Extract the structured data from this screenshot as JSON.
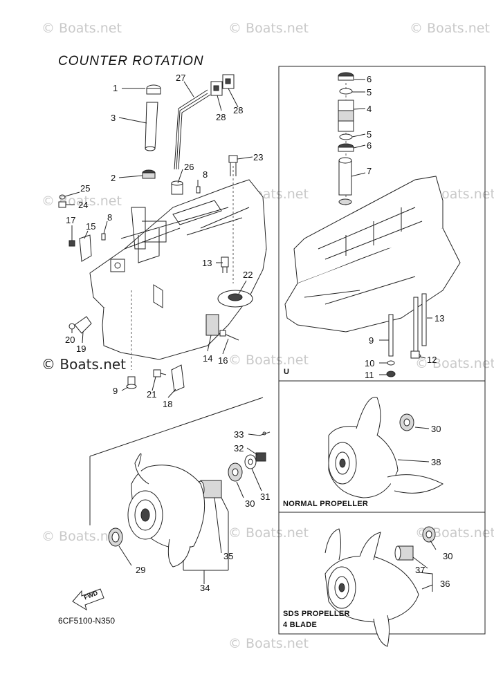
{
  "watermarks": {
    "text": "© Boats.net",
    "items": [
      "© Boats.net",
      "© Boats.net",
      "© Boats.net",
      "© Boats.net",
      "© Boats.net",
      "© Boats.net",
      "© Boats.net",
      "© Boats.net",
      "© Boats.net",
      "© Boats.net",
      "© Boats.net",
      "© Boats.net",
      "© Boats.net"
    ]
  },
  "title": "COUNTER  ROTATION",
  "diagram_code": "6CF5100-N350",
  "fwd_label": "FWD",
  "panels": {
    "u_label": "U",
    "normal_label": "NORMAL PROPELLER",
    "sds_label_1": "SDS PROPELLER",
    "sds_label_2": "4 BLADE"
  },
  "callouts": {
    "c1": "1",
    "c2": "2",
    "c3": "3",
    "c27": "27",
    "c28a": "28",
    "c28b": "28",
    "c23": "23",
    "c26": "26",
    "c25": "25",
    "c24": "24",
    "c8a": "8",
    "c8b": "8",
    "c17": "17",
    "c15": "15",
    "c13a": "13",
    "c22": "22",
    "c20": "20",
    "c19": "19",
    "c14": "14",
    "c16": "16",
    "c9a": "9",
    "c21": "21",
    "c18": "18",
    "c33": "33",
    "c32": "32",
    "c31": "31",
    "c30a": "30",
    "c35": "35",
    "c29": "29",
    "c34": "34",
    "u6a": "6",
    "u5a": "5",
    "u4": "4",
    "u5b": "5",
    "u6b": "6",
    "u7": "7",
    "u13": "13",
    "u9": "9",
    "u10": "10",
    "u11": "11",
    "u12": "12",
    "n30": "30",
    "n38": "38",
    "s30": "30",
    "s37": "37",
    "s36": "36"
  }
}
